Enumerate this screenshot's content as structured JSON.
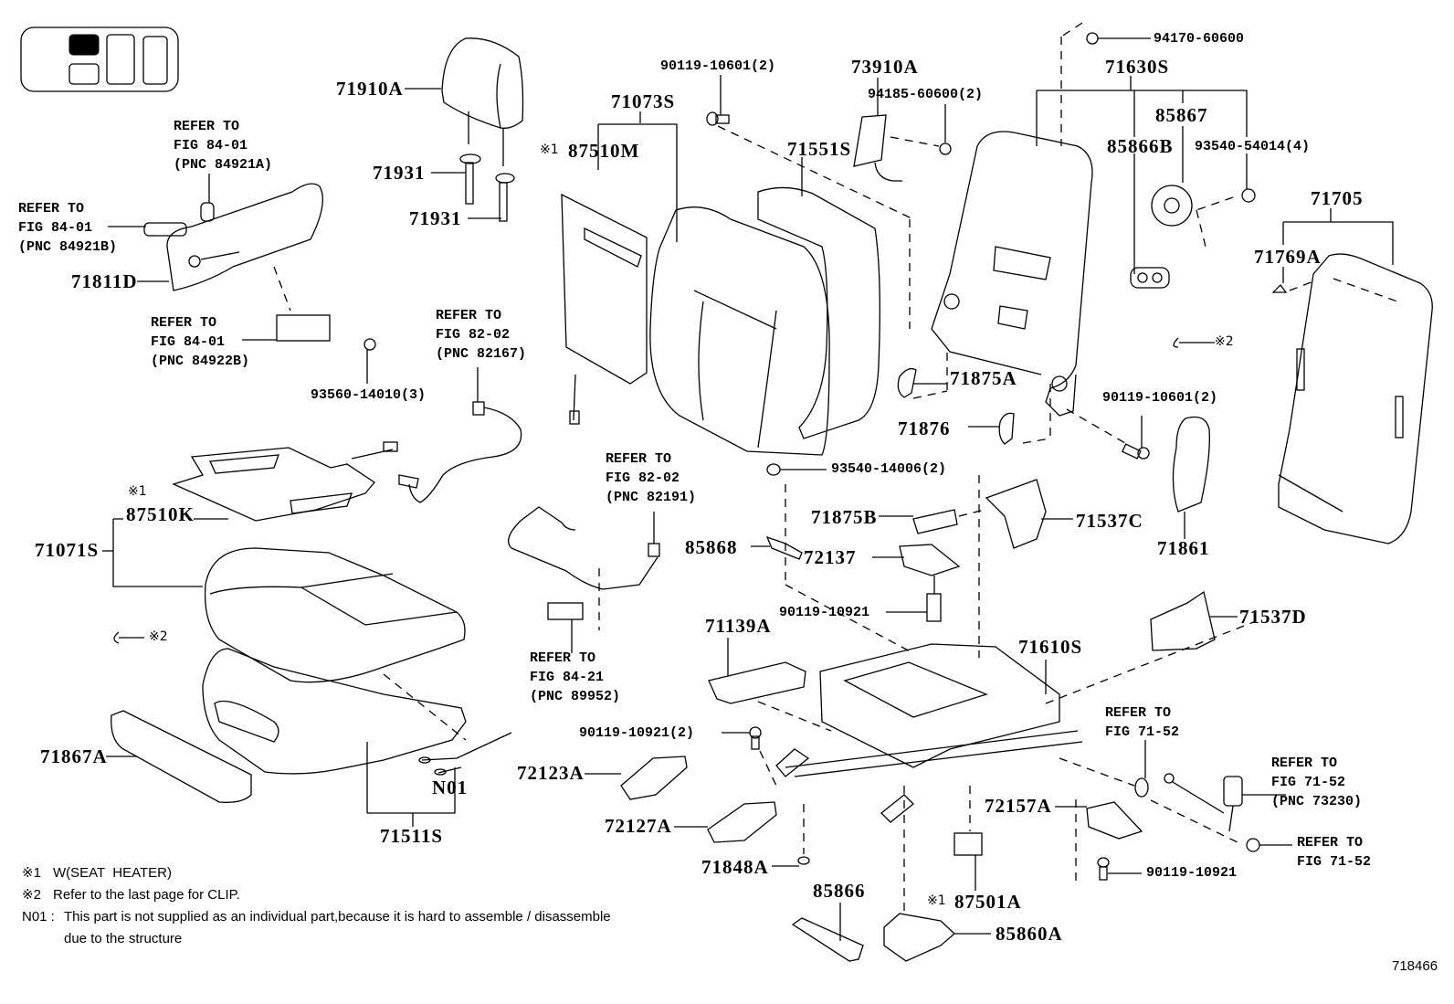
{
  "diagram": {
    "title": "Front seat & seat track exploded parts diagram",
    "illustration_number": "718466",
    "locator_icon": {
      "name": "seat-locator-icon",
      "highlighted_position": "front-left"
    },
    "part_labels": {
      "p71910A": "71910A",
      "p71931a": "71931",
      "p71931b": "71931",
      "p71073S": "71073S",
      "p87510M": "87510M",
      "p90119_10601_top": "90119-10601(2)",
      "p73910A": "73910A",
      "p94185": "94185-60600(2)",
      "p71551S": "71551S",
      "p94170": "94170-60600",
      "p71630S": "71630S",
      "p85867": "85867",
      "p85866B": "85866B",
      "p93540_54014": "93540-54014(4)",
      "p71705": "71705",
      "p71769A": "71769A",
      "p71811D": "71811D",
      "p93560": "93560-14010(3)",
      "p71875A": "71875A",
      "p71876": "71876",
      "p90119_10601_right": "90119-10601(2)",
      "p71861": "71861",
      "p93540_14006": "93540-14006(2)",
      "p71875B": "71875B",
      "p71537C": "71537C",
      "p85868": "85868",
      "p72137": "72137",
      "p90119_10921_mid": "90119-10921",
      "p87510K": "87510K",
      "p71071S": "71071S",
      "p71537D": "71537D",
      "p71139A": "71139A",
      "p71610S": "71610S",
      "p90119_10921_2": "90119-10921(2)",
      "p72123A": "72123A",
      "p72127A": "72127A",
      "p72157A": "72157A",
      "p71848A": "71848A",
      "p85866": "85866",
      "p87501A": "87501A",
      "p85860A": "85860A",
      "p90119_10921_bot": "90119-10921",
      "p71867A": "71867A",
      "pN01": "N01",
      "p71511S": "71511S"
    },
    "markers": {
      "m1": "※1",
      "m2": "※2"
    },
    "references": {
      "r84921A": "REFER TO\nFIG 84-01\n(PNC 84921A)",
      "r84921B": "REFER TO\nFIG 84-01\n(PNC 84921B)",
      "r84922B": "REFER TO\nFIG 84-01\n(PNC 84922B)",
      "r82167": "REFER TO\nFIG 82-02\n(PNC 82167)",
      "r82191": "REFER TO\nFIG 82-02\n(PNC 82191)",
      "r89952": "REFER TO\nFIG 84-21\n(PNC 89952)",
      "r7152a": "REFER TO\nFIG 71-52",
      "r73230": "REFER TO\nFIG 71-52\n(PNC 73230)",
      "r7152b": "REFER TO\nFIG 71-52"
    },
    "notes": [
      {
        "mark": "※1",
        "text": "W(SEAT  HEATER)"
      },
      {
        "mark": "※2",
        "text": "Refer to the last page for CLIP."
      },
      {
        "mark": "N01 :",
        "text": "This part is not supplied as an individual part,because it is hard to assemble / disassemble\ndue to the structure"
      }
    ]
  }
}
